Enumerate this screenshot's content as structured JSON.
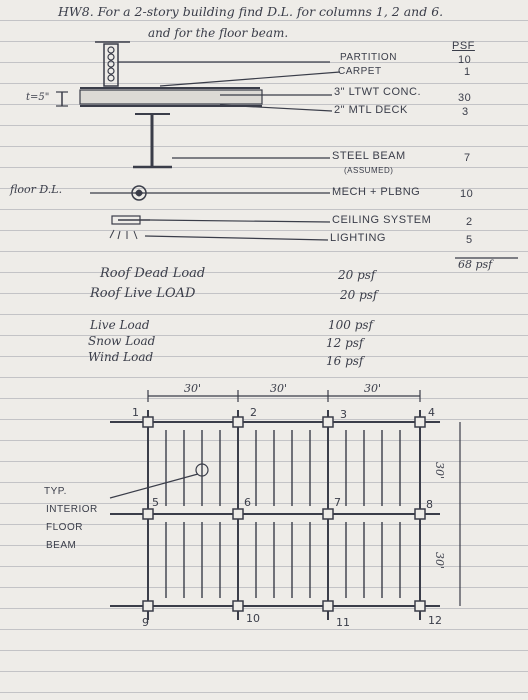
{
  "title_line1": "HW8. For a 2-story building find D.L. for columns 1, 2 and 6.",
  "title_line2": "and for the floor beam.",
  "psf_header": "PSF",
  "thickness_label": "t=5\"",
  "floor_dl_label": "floor D.L.",
  "layers": [
    {
      "label": "PARTITION",
      "value": "10"
    },
    {
      "label": "CARPET",
      "value": "1"
    },
    {
      "label": "3\" LTWT CONC.",
      "value": "30"
    },
    {
      "label": "2\" MTL DECK",
      "value": "3"
    },
    {
      "label": "STEEL BEAM",
      "value": "7"
    },
    {
      "label": "(ASSUMED)",
      "value": ""
    },
    {
      "label": "MECH + PLBNG",
      "value": "10"
    },
    {
      "label": "CEILING SYSTEM",
      "value": "2"
    },
    {
      "label": "LIGHTING",
      "value": "5"
    }
  ],
  "total_dl": "68 psf",
  "loads": [
    {
      "label": "Roof Dead Load",
      "value": "20 psf"
    },
    {
      "label": "Roof Live LOAD",
      "value": "20 psf"
    },
    {
      "label": "Live Load",
      "value": "100 psf"
    },
    {
      "label": "Snow Load",
      "value": "12 psf"
    },
    {
      "label": "Wind Load",
      "value": "16 psf"
    }
  ],
  "spans_x": [
    "30'",
    "30'",
    "30'"
  ],
  "spans_y": [
    "30'",
    "30'"
  ],
  "column_ids": [
    "1",
    "2",
    "3",
    "4",
    "5",
    "6",
    "7",
    "8",
    "9",
    "10",
    "11",
    "12"
  ],
  "beam_note": [
    "TYP.",
    "INTERIOR",
    "FLOOR",
    "BEAM"
  ]
}
